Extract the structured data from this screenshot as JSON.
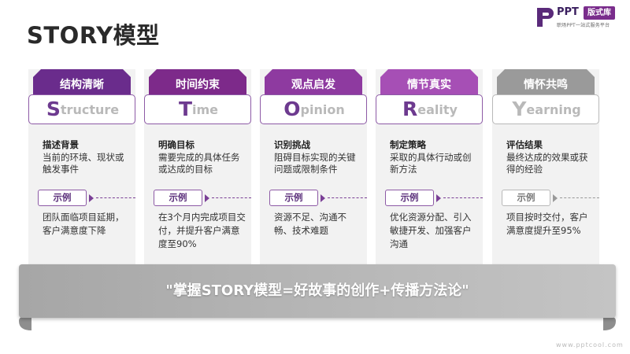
{
  "title": "STORY模型",
  "logo": {
    "name": "PPT",
    "badge": "版式库",
    "tagline": "职场PPT一站式服务平台"
  },
  "cards": [
    {
      "tab_label": "结构清晰",
      "letter": "S",
      "word_rest": "tructure",
      "section_title": "描述背景",
      "section_desc": "当前的环境、现状或触发事件",
      "example_label": "示例",
      "example_text": "团队面临项目延期，客户满意度下降",
      "color": "#6a2c8c"
    },
    {
      "tab_label": "时间约束",
      "letter": "T",
      "word_rest": "ime",
      "section_title": "明确目标",
      "section_desc": "需要完成的具体任务或达成的目标",
      "example_label": "示例",
      "example_text": "在3个月内完成项目交付，并提升客户满意度至90%",
      "color": "#7d2a8a"
    },
    {
      "tab_label": "观点启发",
      "letter": "O",
      "word_rest": "pinion",
      "section_title": "识别挑战",
      "section_desc": "阻碍目标实现的关键问题或限制条件",
      "example_label": "示例",
      "example_text": "资源不足、沟通不畅、技术难题",
      "color": "#8e3aa0"
    },
    {
      "tab_label": "情节真实",
      "letter": "R",
      "word_rest": "eality",
      "section_title": "制定策略",
      "section_desc": "采取的具体行动或创新方法",
      "example_label": "示例",
      "example_text": "优化资源分配、引入敏捷开发、加强客户沟通",
      "color": "#a64fb5"
    },
    {
      "tab_label": "情怀共鸣",
      "letter": "Y",
      "word_rest": "earning",
      "section_title": "评估结果",
      "section_desc": "最终达成的效果或获得的经验",
      "example_label": "示例",
      "example_text": "项目按时交付，客户满意度提升至95%",
      "color": "#9a9a9a"
    }
  ],
  "banner": {
    "text": "\"掌握STORY模型=好故事的创作+传播方法论\""
  },
  "watermark": "www.pptcool.com"
}
